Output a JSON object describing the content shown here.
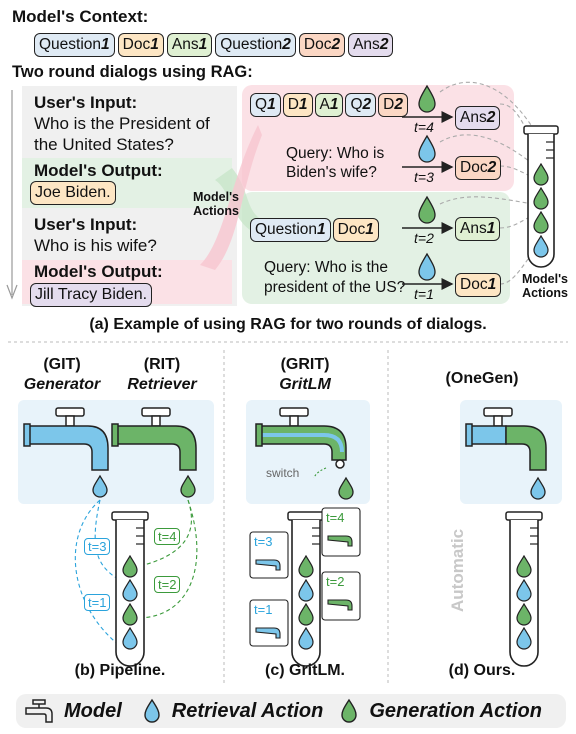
{
  "context": {
    "title": "Model's Context:",
    "tokens": [
      {
        "base": "Question",
        "num": "1",
        "cls": "t-q"
      },
      {
        "base": "Doc",
        "num": "1",
        "cls": "t-d"
      },
      {
        "base": "Ans",
        "num": "1",
        "cls": "t-a"
      },
      {
        "base": "Question",
        "num": "2",
        "cls": "t-q"
      },
      {
        "base": "Doc",
        "num": "2",
        "cls": "t-d2"
      },
      {
        "base": "Ans",
        "num": "2",
        "cls": "t-a2"
      }
    ]
  },
  "rag": {
    "title": "Two round dialogs using RAG:",
    "user_input_label_1": "User's Input:",
    "user_input_text_1a": "Who is the President of",
    "user_input_text_1b": "the United States?",
    "model_output_label_1": "Model's Output:",
    "model_output_text_1": "Joe Biden.",
    "user_input_label_2": "User's Input:",
    "user_input_text_2": "Who is his wife?",
    "model_output_label_2": "Model's Output:",
    "model_output_text_2": "Jill Tracy Biden.",
    "model_actions_a": "Model's",
    "model_actions_b": "Actions",
    "round2_sequence": [
      "Q",
      "1",
      "D",
      "1",
      "A",
      "1",
      "Q",
      "2",
      "D",
      "2"
    ],
    "round1_sequence": [
      "Question",
      "1",
      "Doc",
      "1"
    ],
    "query2a": "Query: Who is",
    "query2b": "Biden's wife?",
    "query1a": "Query: Who is the",
    "query1b": "president of the US?",
    "t4": "t=4",
    "t3": "t=3",
    "t2": "t=2",
    "t1": "t=1",
    "ans2": "Ans",
    "ans2num": "2",
    "doc2": "Doc",
    "doc2num": "2",
    "ans1": "Ans",
    "ans1num": "1",
    "doc1": "Doc",
    "doc1num": "1",
    "tube_label_a": "Model's",
    "tube_label_b": "Actions",
    "caption": "(a) Example of using RAG for two rounds of dialogs."
  },
  "pipeline": {
    "git_label": "(GIT)",
    "git_name": "Generator",
    "rit_label": "(RIT)",
    "rit_name": "Retriever",
    "t3": "t=3",
    "t4": "t=4",
    "t1": "t=1",
    "t2": "t=2",
    "caption": "(b) Pipeline."
  },
  "gritlm": {
    "label": "(GRIT)",
    "name": "GritLM",
    "switch": "switch",
    "t3": "t=3",
    "t4": "t=4",
    "t1": "t=1",
    "t2": "t=2",
    "caption": "(c) GritLM."
  },
  "onegen": {
    "label": "(OneGen)",
    "automatic": "Automatic",
    "caption": "(d) Ours."
  },
  "legend": {
    "model": "Model",
    "retrieval": "Retrieval Action",
    "generation": "Generation Action"
  },
  "colors": {
    "blue": "#7cc6ea",
    "green": "#6cb468",
    "pink": "#fbe1e6",
    "mint": "#e3f1e4",
    "lightblue": "#e8f3fa",
    "t_blue": "#2aa3dc",
    "t_green": "#3b9a3b"
  }
}
